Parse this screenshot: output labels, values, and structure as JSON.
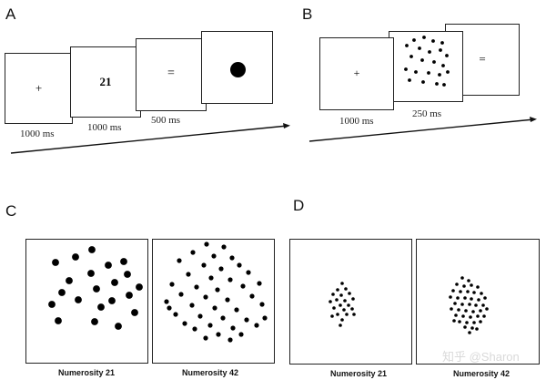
{
  "panels": {
    "a": {
      "label": "A",
      "fixation": "+",
      "number": "21",
      "equals": "=",
      "timings": [
        "1000 ms",
        "1000 ms",
        "500 ms"
      ]
    },
    "b": {
      "label": "B",
      "fixation": "+",
      "equals": "=",
      "timings": [
        "1000 ms",
        "250 ms"
      ]
    },
    "c": {
      "label": "C",
      "captions": [
        "Numerosity 21",
        "Numerosity 42"
      ]
    },
    "d": {
      "label": "D",
      "captions": [
        "Numerosity 21",
        "Numerosity 42"
      ]
    }
  },
  "watermark": "知乎 @Sharon"
}
